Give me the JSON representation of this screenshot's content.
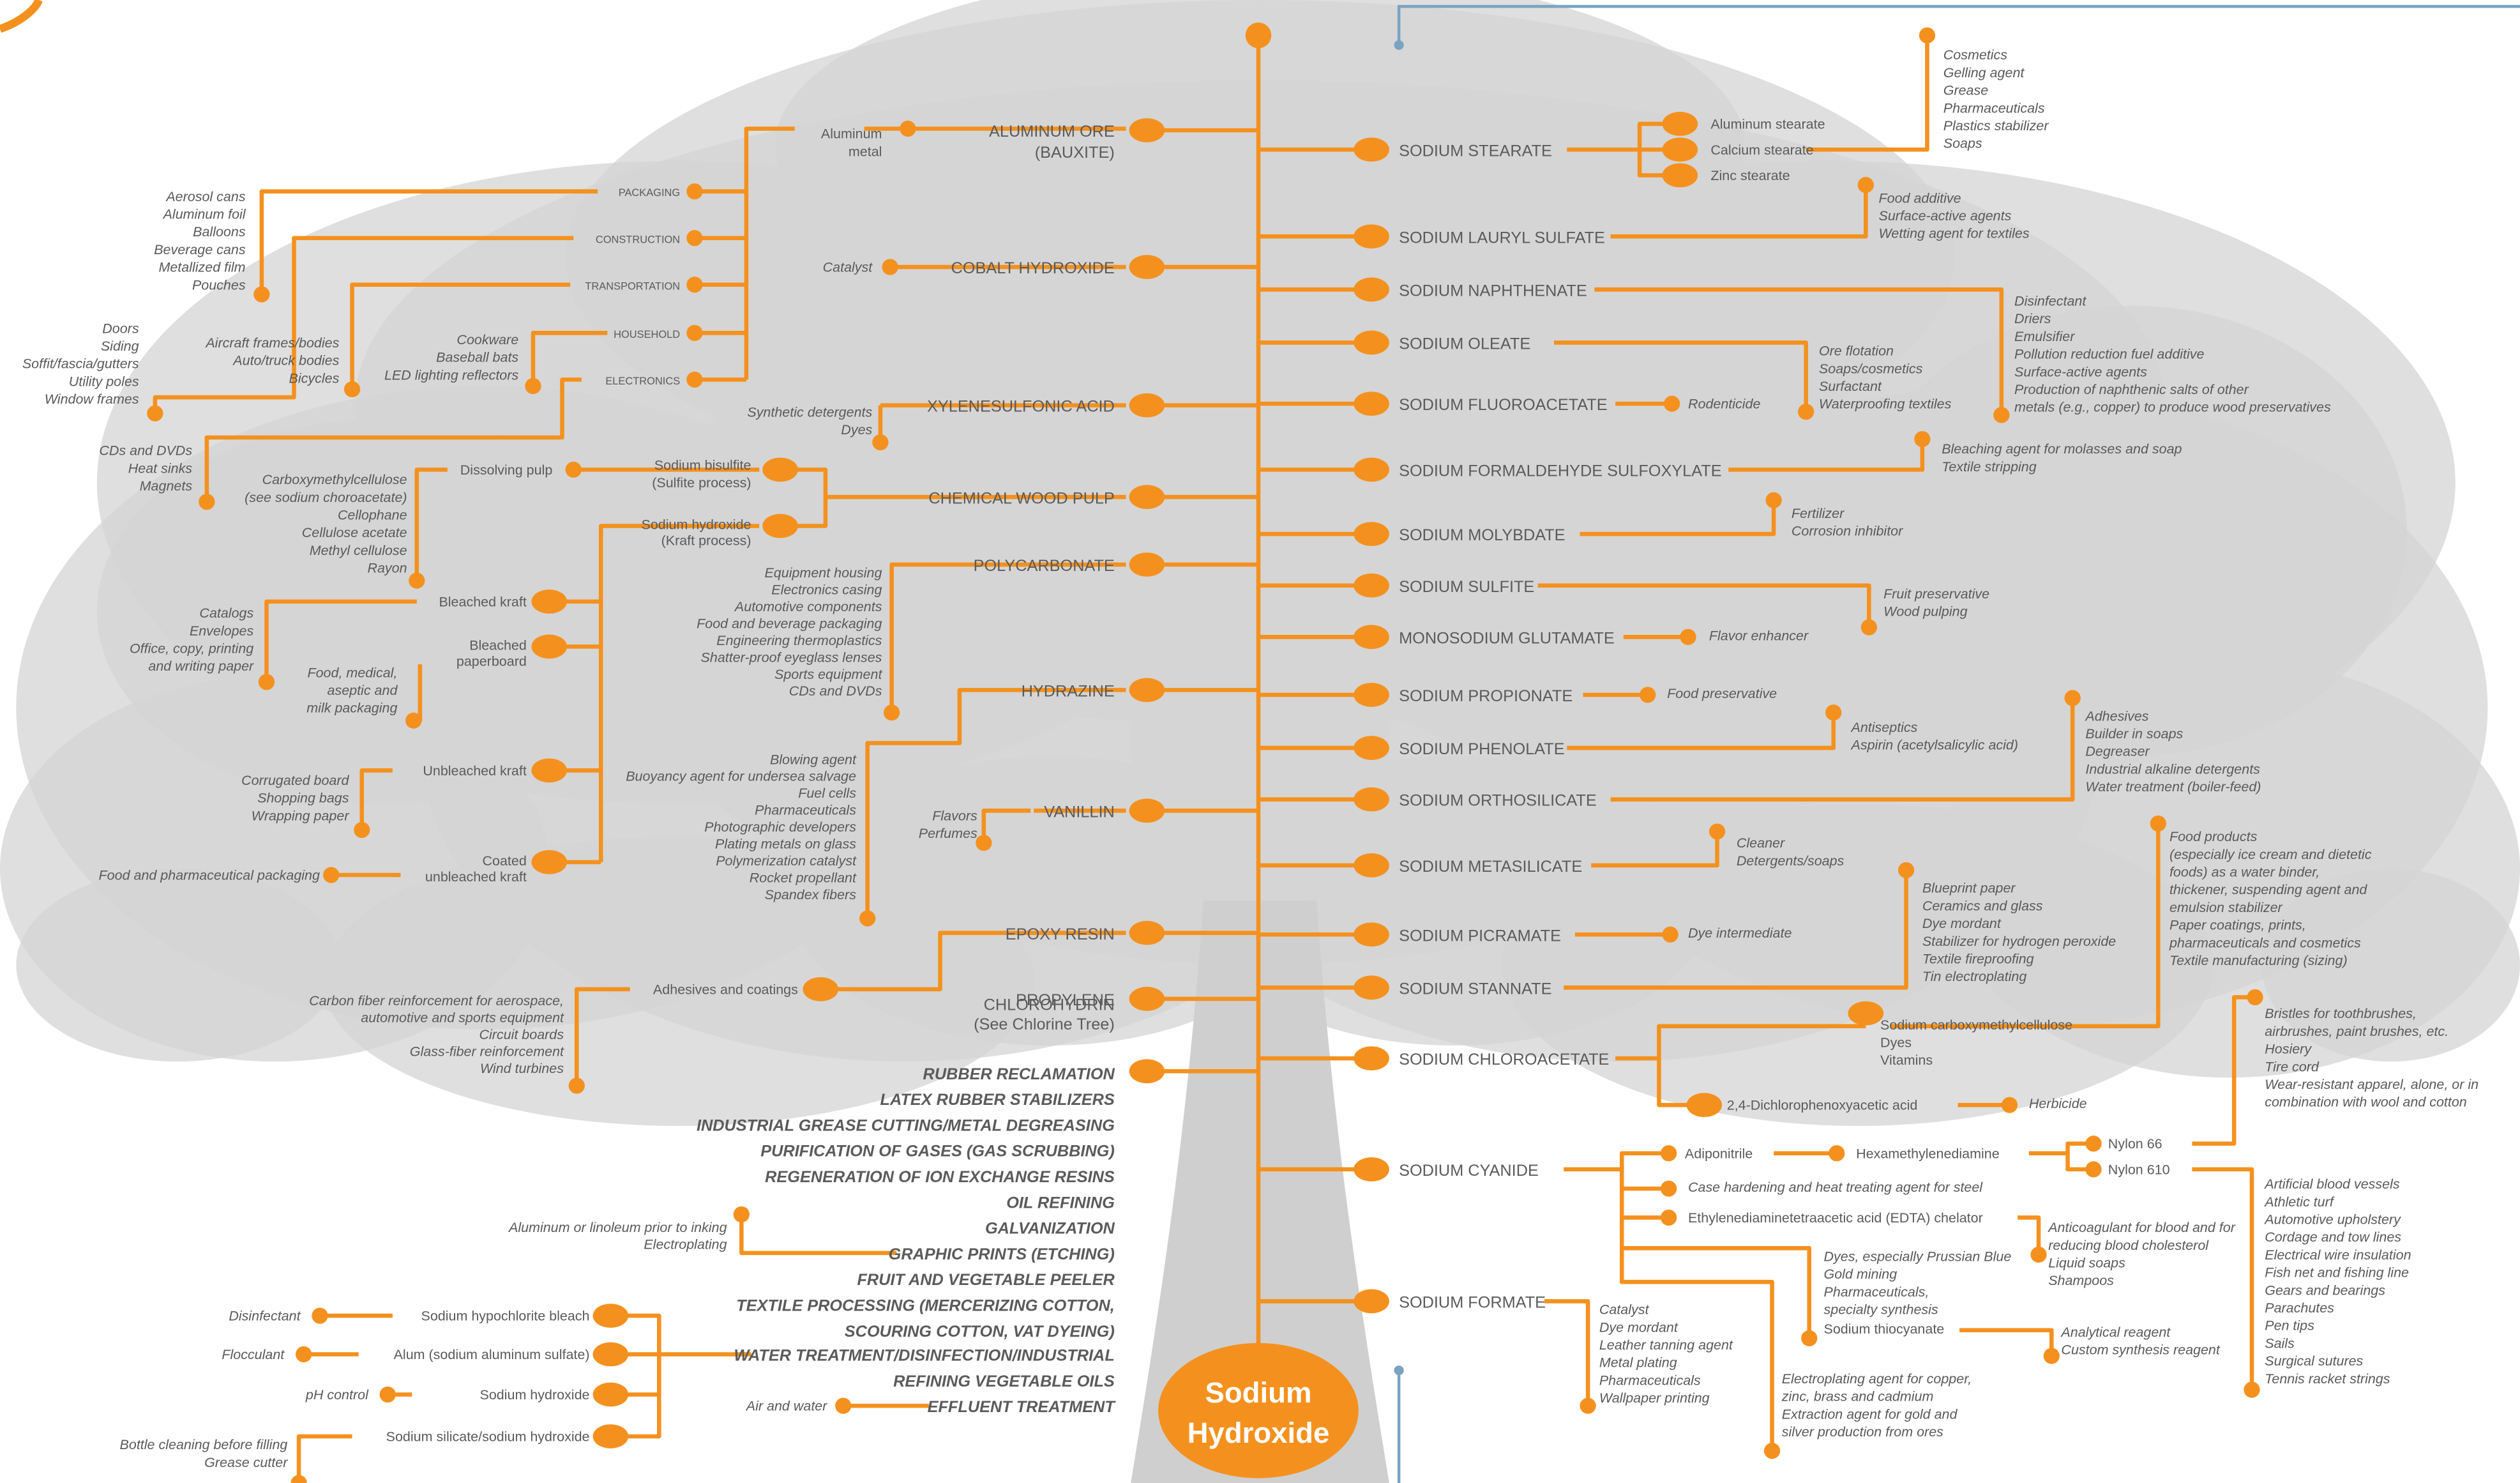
{
  "colors": {
    "accent": "#f4911e",
    "tree": "#d4d4d4",
    "trunk": "#cfcfcf",
    "label": "#5b5b5b",
    "uses": "#5a5a5a",
    "frame": "#7aa3c2",
    "center_text": "#ffffff"
  },
  "center": {
    "line1": "Sodium",
    "line2": "Hydroxide"
  },
  "left_branches": [
    {
      "label": "ALUMINUM ORE",
      "sub": "(BAUXITE)"
    },
    {
      "label": "COBALT HYDROXIDE"
    },
    {
      "label": "XYLENESULFONIC ACID"
    },
    {
      "label": "CHEMICAL WOOD PULP"
    },
    {
      "label": "POLYCARBONATE"
    },
    {
      "label": "HYDRAZINE"
    },
    {
      "label": "VANILLIN"
    },
    {
      "label": "EPOXY RESIN"
    },
    {
      "label": "PROPYLENE",
      "sub": "CHLOROHYDRIN",
      "sub2": "(See Chlorine Tree)"
    }
  ],
  "direct_uses": [
    "RUBBER RECLAMATION",
    "LATEX RUBBER STABILIZERS",
    "INDUSTRIAL GREASE CUTTING/METAL DEGREASING",
    "PURIFICATION OF GASES (GAS SCRUBBING)",
    "REGENERATION OF ION EXCHANGE RESINS",
    "OIL REFINING",
    "GALVANIZATION",
    "GRAPHIC PRINTS (ETCHING)",
    "FRUIT AND VEGETABLE PEELER",
    "TEXTILE PROCESSING (MERCERIZING COTTON,",
    "SCOURING COTTON, VAT DYEING)",
    "WATER TREATMENT/DISINFECTION/INDUSTRIAL",
    "REFINING VEGETABLE OILS",
    "EFFLUENT TREATMENT"
  ],
  "right_branches": [
    "SODIUM STEARATE",
    "SODIUM LAURYL SULFATE",
    "SODIUM NAPHTHENATE",
    "SODIUM OLEATE",
    "SODIUM FLUOROACETATE",
    "SODIUM FORMALDEHYDE SULFOXYLATE",
    "SODIUM MOLYBDATE",
    "SODIUM SULFITE",
    "MONOSODIUM GLUTAMATE",
    "SODIUM PROPIONATE",
    "SODIUM PHENOLATE",
    "SODIUM ORTHOSILICATE",
    "SODIUM METASILICATE",
    "SODIUM PICRAMATE",
    "SODIUM STANNATE",
    "SODIUM CHLOROACETATE",
    "SODIUM CYANIDE",
    "SODIUM FORMATE"
  ],
  "aluminum": {
    "metal": [
      "Aluminum",
      "metal"
    ],
    "markets": [
      "PACKAGING",
      "CONSTRUCTION",
      "TRANSPORTATION",
      "HOUSEHOLD",
      "ELECTRONICS"
    ],
    "packaging_uses": [
      "Aerosol cans",
      "Aluminum foil",
      "Balloons",
      "Beverage cans",
      "Metallized film",
      "Pouches"
    ],
    "construction_uses": [
      "Doors",
      "Siding",
      "Soffit/fascia/gutters",
      "Utility poles",
      "Window frames"
    ],
    "transportation_uses": [
      "Aircraft frames/bodies",
      "Auto/truck bodies",
      "Bicycles"
    ],
    "household_uses": [
      "Cookware",
      "Baseball bats",
      "LED lighting reflectors"
    ],
    "electronics_uses": [
      "CDs and DVDs",
      "Heat sinks",
      "Magnets"
    ]
  },
  "cobalt_uses": [
    "Catalyst"
  ],
  "xylene_uses": [
    "Synthetic detergents",
    "Dyes"
  ],
  "pulp": {
    "processes": [
      [
        "Sodium bisulfite",
        "(Sulfite process)"
      ],
      [
        "Sodium hydroxide",
        "(Kraft process)"
      ]
    ],
    "dissolving": "Dissolving pulp",
    "dissolving_uses": [
      "Carboxymethylcellulose",
      "(see sodium choroacetate)",
      "Cellophane",
      "Cellulose acetate",
      "Methyl cellulose",
      "Rayon"
    ],
    "bleached_kraft": "Bleached kraft",
    "bleached_kraft_uses": [
      "Catalogs",
      "Envelopes",
      "Office, copy, printing",
      "and writing paper"
    ],
    "paperboard": [
      "Bleached",
      "paperboard"
    ],
    "paperboard_uses": [
      "Food, medical,",
      "aseptic and",
      "milk packaging"
    ],
    "unbleached": "Unbleached kraft",
    "unbleached_uses": [
      "Corrugated board",
      "Shopping bags",
      "Wrapping paper"
    ],
    "coated": [
      "Coated",
      "unbleached kraft"
    ],
    "coated_uses": [
      "Food and pharmaceutical packaging"
    ]
  },
  "polycarbonate_uses": [
    "Equipment housing",
    "Electronics casing",
    "Automotive components",
    "Food and beverage packaging",
    "Engineering thermoplastics",
    "Shatter-proof eyeglass lenses",
    "Sports equipment",
    "CDs and DVDs"
  ],
  "hydrazine_uses": [
    "Blowing agent",
    "Buoyancy agent for undersea salvage",
    "Fuel cells",
    "Pharmaceuticals",
    "Photographic developers",
    "Plating metals on glass",
    "Polymerization catalyst",
    "Rocket propellant",
    "Spandex fibers"
  ],
  "vanillin_uses": [
    "Flavors",
    "Perfumes"
  ],
  "epoxy": {
    "adhesives": "Adhesives and coatings",
    "uses": [
      "Carbon fiber reinforcement for aerospace,",
      "automotive and sports equipment",
      "Circuit boards",
      "Glass-fiber reinforcement",
      "Wind turbines"
    ]
  },
  "graphic_uses": [
    "Aluminum or linoleum prior to inking",
    "Electroplating"
  ],
  "water": {
    "products": [
      "Sodium hypochlorite bleach",
      "Alum (sodium aluminum sulfate)",
      "Sodium hydroxide",
      "Sodium silicate/sodium hydroxide"
    ],
    "uses": [
      "Disinfectant",
      "Flocculant",
      "pH control"
    ],
    "silicate_uses": [
      "Bottle cleaning before filling",
      "Grease cutter"
    ]
  },
  "effluent_input": "Air and water",
  "stearate": {
    "salts": [
      "Aluminum stearate",
      "Calcium stearate",
      "Zinc stearate"
    ],
    "uses": [
      "Cosmetics",
      "Gelling agent",
      "Grease",
      "Pharmaceuticals",
      "Plastics stabilizer",
      "Soaps"
    ]
  },
  "lauryl_uses": [
    "Food additive",
    "Surface-active agents",
    "Wetting agent for textiles"
  ],
  "naphthenate_uses": [
    "Disinfectant",
    "Driers",
    "Emulsifier",
    "Pollution reduction fuel additive",
    "Surface-active agents",
    "Production of naphthenic salts of other",
    "metals (e.g., copper) to produce wood preservatives"
  ],
  "oleate_uses": [
    "Ore flotation",
    "Soaps/cosmetics",
    "Surfactant",
    "Waterproofing textiles"
  ],
  "fluoroacetate_uses": [
    "Rodenticide"
  ],
  "formaldehyde_uses": [
    "Bleaching agent for molasses and soap",
    "Textile stripping"
  ],
  "molybdate_uses": [
    "Fertilizer",
    "Corrosion inhibitor"
  ],
  "sulfite_uses": [
    "Fruit preservative",
    "Wood pulping"
  ],
  "msg_uses": [
    "Flavor enhancer"
  ],
  "propionate_uses": [
    "Food preservative"
  ],
  "phenolate_uses": [
    "Antiseptics",
    "Aspirin (acetylsalicylic acid)"
  ],
  "orthosilicate_uses": [
    "Adhesives",
    "Builder in soaps",
    "Degreaser",
    "Industrial alkaline detergents",
    "Water treatment (boiler-feed)"
  ],
  "metasilicate_uses": [
    "Cleaner",
    "Detergents/soaps"
  ],
  "picramate_uses": [
    "Dye intermediate"
  ],
  "stannate_uses": [
    "Blueprint paper",
    "Ceramics and glass",
    "Dye mordant",
    "Stabilizer for hydrogen peroxide",
    "Textile fireproofing",
    "Tin electroplating"
  ],
  "chloroacetate": {
    "cmc": "Sodium carboxymethylcellulose",
    "cmc_uses": [
      "Dyes",
      "Vitamins"
    ],
    "food_uses": [
      "Food products",
      "(especially ice cream and dietetic",
      "foods) as a water binder,",
      "thickener, suspending agent and",
      "emulsion stabilizer",
      "Paper coatings, prints,",
      "pharmaceuticals and cosmetics",
      "Textile manufacturing (sizing)"
    ],
    "d24": "2,4-Dichlorophenoxyacetic acid",
    "d24_uses": [
      "Herbicide"
    ]
  },
  "cyanide": {
    "adiponitrile": "Adiponitrile",
    "hmda": "Hexamethylenediamine",
    "nylon66": "Nylon 66",
    "nylon610": "Nylon 610",
    "nylon66_uses": [
      "Bristles for toothbrushes,",
      "airbrushes, paint brushes, etc.",
      "Hosiery",
      "Tire cord",
      "Wear-resistant apparel, alone, or in",
      "combination with wool and cotton"
    ],
    "nylon610_uses": [
      "Artificial blood vessels",
      "Athletic turf",
      "Automotive upholstery",
      "Cordage and tow lines",
      "Electrical wire insulation",
      "Fish net and fishing line",
      "Gears and bearings",
      "Parachutes",
      "Pen tips",
      "Sails",
      "Surgical sutures",
      "Tennis racket strings"
    ],
    "case_hardening": "Case hardening and heat treating agent for steel",
    "edta": "Ethylenediaminetetraacetic acid (EDTA) chelator",
    "edta_uses": [
      "Anticoagulant for blood and for",
      "reducing blood cholesterol",
      "Liquid soaps",
      "Shampoos"
    ],
    "misc_uses": [
      "Dyes, especially Prussian Blue",
      "Gold mining",
      "Pharmaceuticals,",
      "specialty synthesis"
    ],
    "thiocyanate": "Sodium thiocyanate",
    "thiocyanate_uses": [
      "Analytical reagent",
      "Custom synthesis reagent"
    ],
    "electro_uses": [
      "Electroplating agent for copper,",
      "zinc, brass and cadmium",
      "Extraction agent for gold and",
      "silver production from ores"
    ]
  },
  "formate_uses": [
    "Catalyst",
    "Dye mordant",
    "Leather tanning agent",
    "Metal plating",
    "Pharmaceuticals",
    "Wallpaper printing"
  ]
}
